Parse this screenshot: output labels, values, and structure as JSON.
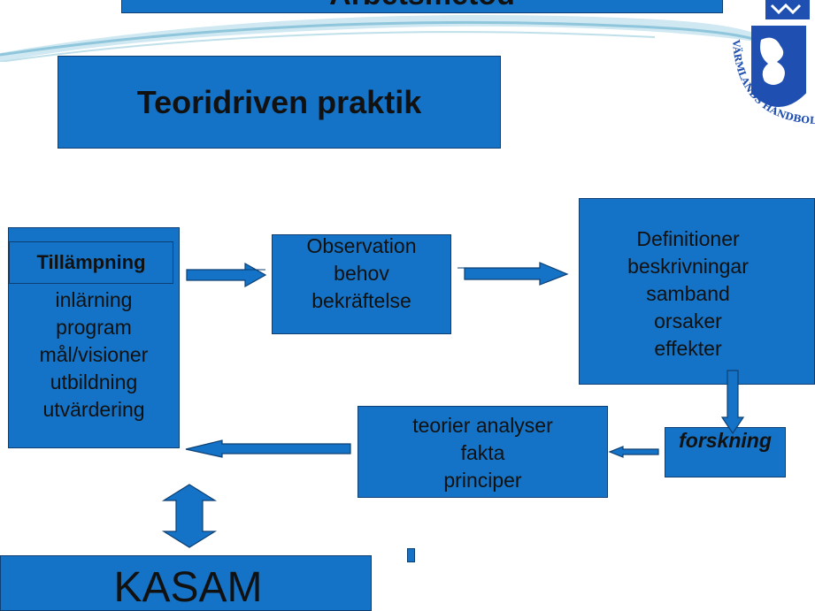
{
  "slide": {
    "top_title": "Arbetsmetod",
    "title": "Teoridriven praktik"
  },
  "boxes": {
    "application": {
      "heading": "Tillämpning",
      "items": [
        "inlärning",
        "program",
        "mål/visioner",
        "utbildning",
        "utvärdering"
      ]
    },
    "observation": {
      "items": [
        "Observation",
        "behov",
        "bekräftelse"
      ]
    },
    "definitions": {
      "items": [
        "Definitioner",
        "beskrivningar",
        "samband",
        "orsaker",
        "effekter"
      ]
    },
    "theories": {
      "items": [
        "teorier analyser",
        "fakta",
        "principer"
      ]
    },
    "research": {
      "label": "forskning"
    },
    "kasam": {
      "label": "KASAM"
    }
  },
  "logo": {
    "text": "VÄRMLANDS HANDBOLL"
  },
  "colors": {
    "box_fill": "#1473c6",
    "box_border": "#0d3f73",
    "arrow_fill": "#1473c6",
    "text": "#111111"
  }
}
